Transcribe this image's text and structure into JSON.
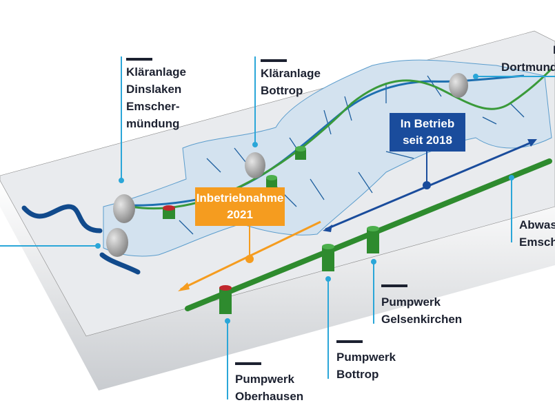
{
  "labels": {
    "dinslaken": [
      "Kläranlage",
      "Dinslaken",
      "Emscher-",
      "mündung"
    ],
    "bottrop_plant": [
      "Kläranlage",
      "Bottrop"
    ],
    "dortmund": [
      "Kläranlage",
      "Dortmund"
    ],
    "abwasserkanal": [
      "Abwasserkanal",
      "Emscher"
    ],
    "pw_gelsenkirchen": [
      "Pumpwerk",
      "Gelsenkirchen"
    ],
    "pw_bottrop": [
      "Pumpwerk",
      "Bottrop"
    ],
    "pw_oberhausen": [
      "Pumpwerk",
      "Oberhausen"
    ]
  },
  "callouts": {
    "orange": [
      "Inbetriebnahme",
      "2021"
    ],
    "blue": [
      "In Betrieb",
      "seit 2018"
    ]
  },
  "colors": {
    "orange": "#f59c1f",
    "blue": "#1a4c9c",
    "pipe": "#2e8b2e",
    "leader": "#2aa6d8",
    "river": "#114a8c"
  }
}
